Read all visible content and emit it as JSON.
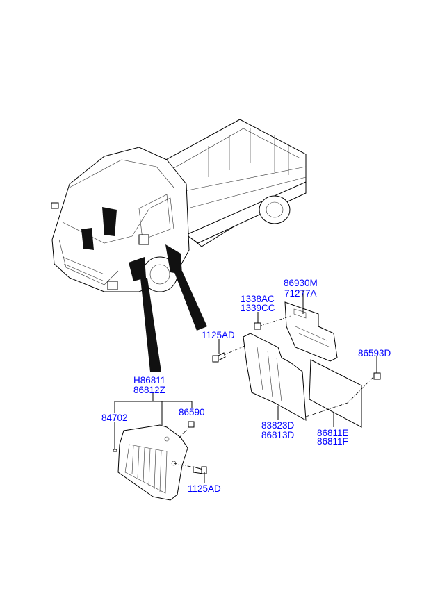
{
  "diagram": {
    "labels": {
      "p86930M": "86930M",
      "p71277A": "71277A",
      "p1338AC": "1338AC",
      "p1339CC": "1339CC",
      "p1125AD_upper": "1125AD",
      "p86593D": "86593D",
      "pH86811": "H86811",
      "p86812Z": "86812Z",
      "p84702": "84702",
      "p86590": "86590",
      "p83823D": "83823D",
      "p86813D": "86813D",
      "p86811E": "86811E",
      "p86811F": "86811F",
      "p1125AD_lower": "1125AD"
    },
    "label_color": "#0000ff"
  }
}
